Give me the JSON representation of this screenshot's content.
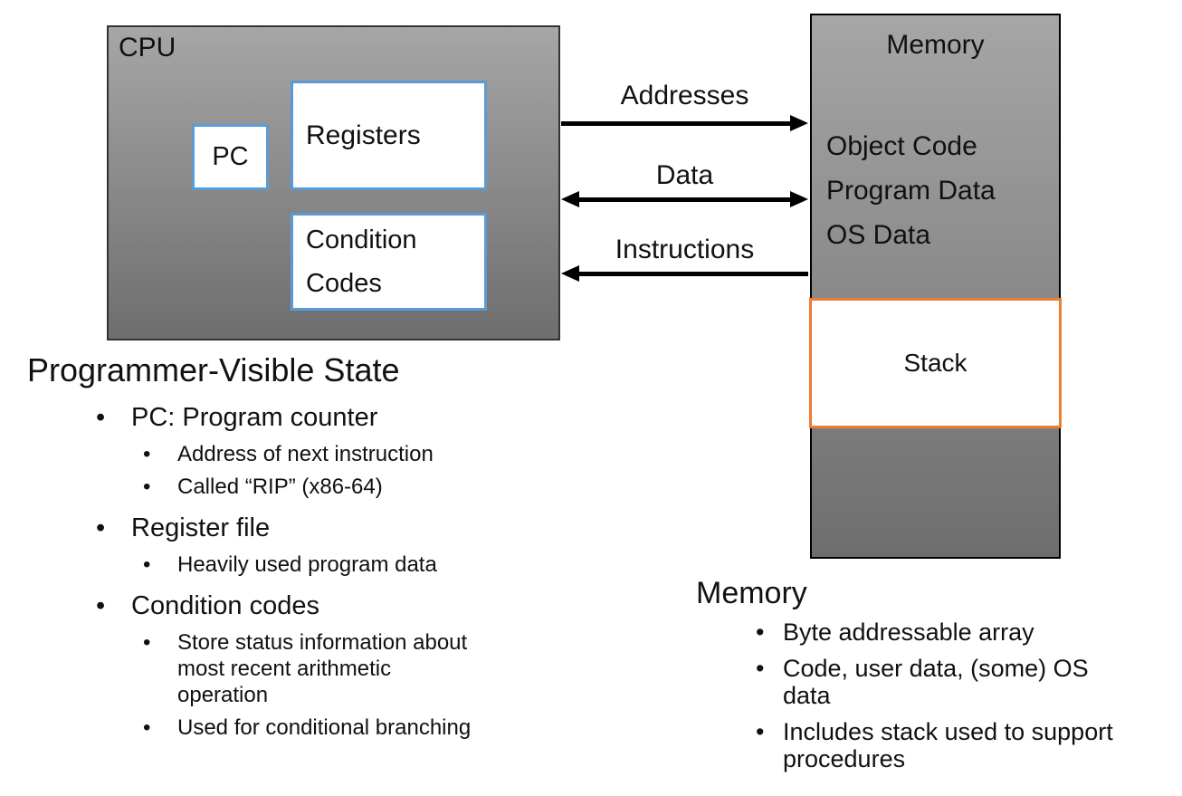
{
  "bullet_char": "•",
  "colors": {
    "box_fill_gray_top": "#a6a6a6",
    "box_fill_gray_bottom": "#6e6e6e",
    "inner_box_border_blue": "#5b9bd5",
    "stack_border_orange": "#ed7d31",
    "arrow_black": "#000000",
    "text_black": "#111111",
    "background_white": "#ffffff"
  },
  "cpu": {
    "title": "CPU",
    "pc": "PC",
    "registers": "Registers",
    "condition_codes": "Condition\nCodes"
  },
  "memory": {
    "title": "Memory",
    "contents": [
      "Object Code",
      "Program Data",
      "OS Data"
    ],
    "stack": "Stack"
  },
  "buses": {
    "addresses": "Addresses",
    "data": "Data",
    "instructions": "Instructions"
  },
  "notes_left": {
    "heading": "Programmer-Visible State",
    "items": [
      {
        "level": 1,
        "text": "PC: Program counter"
      },
      {
        "level": 2,
        "text": "Address of next instruction"
      },
      {
        "level": 2,
        "text": "Called “RIP” (x86-64)"
      },
      {
        "level": 1,
        "text": "Register file"
      },
      {
        "level": 2,
        "text": "Heavily used program data"
      },
      {
        "level": 1,
        "text": "Condition codes"
      },
      {
        "level": 2,
        "text": "Store status information about\nmost recent arithmetic\noperation"
      },
      {
        "level": 2,
        "text": "Used for conditional branching"
      }
    ]
  },
  "notes_right": {
    "heading": "Memory",
    "items": [
      {
        "level": 2,
        "text": "Byte addressable array"
      },
      {
        "level": 2,
        "text": "Code, user data, (some) OS\ndata"
      },
      {
        "level": 2,
        "text": "Includes stack used to support\nprocedures"
      }
    ]
  }
}
